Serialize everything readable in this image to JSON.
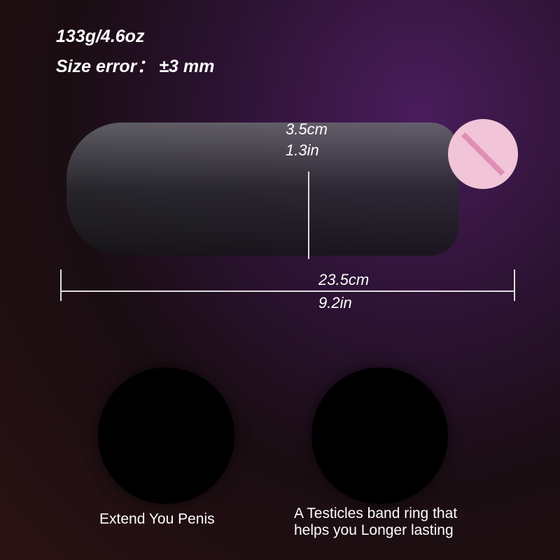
{
  "specs": {
    "weight": "133g/4.6oz",
    "size_error": "Size error： ±3 mm"
  },
  "dimensions": {
    "diameter_cm": "3.5cm",
    "diameter_in": "1.3in",
    "length_cm": "23.5cm",
    "length_in": "9.2in"
  },
  "features": [
    {
      "caption": "Extend You Penis"
    },
    {
      "caption_line1": "A Testicles band ring that",
      "caption_line2": "helps you Longer lasting"
    }
  ],
  "colors": {
    "background": "#2a1230",
    "censor": "#f2c4d8",
    "text": "#ffffff"
  }
}
